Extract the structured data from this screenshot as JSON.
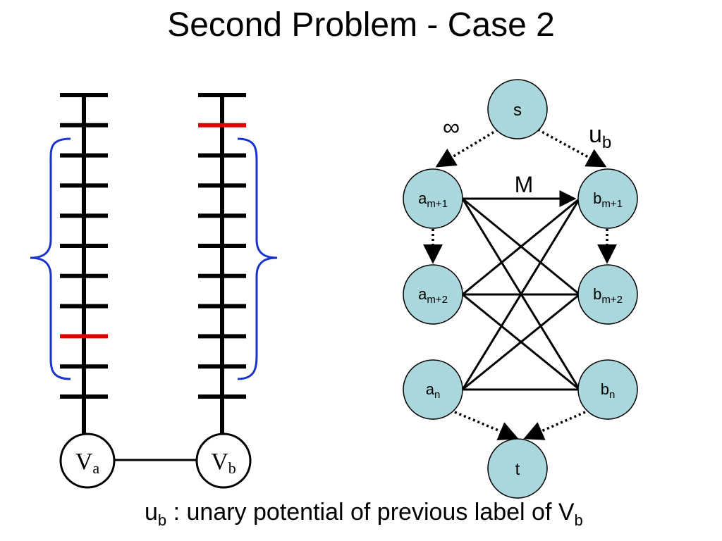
{
  "title": "Second Problem - Case 2",
  "left_diagram": {
    "var_a": {
      "main": "V",
      "sub": "a"
    },
    "var_b": {
      "main": "V",
      "sub": "b"
    },
    "tick_count": 11,
    "highlight_a_index": 8,
    "highlight_b_index": 1,
    "highlight_color": "#e00000",
    "brace_color": "#1a33cc"
  },
  "graph": {
    "node_fill": "#a9d7db",
    "source": "s",
    "sink": "t",
    "a_nodes": [
      {
        "main": "a",
        "sub": "m+1"
      },
      {
        "main": "a",
        "sub": "m+2"
      },
      {
        "main": "a",
        "sub": "n"
      }
    ],
    "b_nodes": [
      {
        "main": "b",
        "sub": "m+1"
      },
      {
        "main": "b",
        "sub": "m+2"
      },
      {
        "main": "b",
        "sub": "n"
      }
    ],
    "edge_s_a_label": "∞",
    "edge_s_b_label": {
      "main": "u",
      "sub": "b"
    },
    "edge_a_b_label": "M"
  },
  "footnote": {
    "main1": "u",
    "sub1": "b",
    "text": " : unary potential of previous label of V",
    "sub2": "b"
  }
}
